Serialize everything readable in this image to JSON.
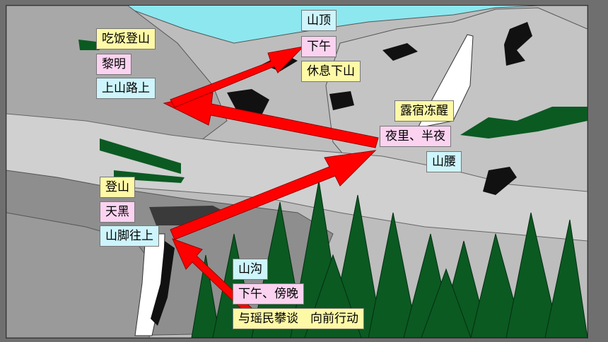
{
  "colors": {
    "sky": "#8de7ef",
    "place_bg": "#cdf5fb",
    "time_bg": "#fbd3f1",
    "event_bg": "#fef9a7",
    "arrow": "#ff0000",
    "tree": "#0b5a22"
  },
  "stops": {
    "summit": {
      "place": "山顶",
      "time": "下午",
      "event": "休息下山"
    },
    "upper_trail": {
      "event": "吃饭登山",
      "time": "黎明",
      "place": "上山路上"
    },
    "mid_slope": {
      "event": "露宿冻醒",
      "time": "夜里、半夜",
      "place": "山腰"
    },
    "foothill": {
      "event": "登山",
      "time": "天黑",
      "place": "山脚往上"
    },
    "ravine": {
      "place": "山沟",
      "time": "下午、傍晚",
      "event": "与瑶民攀谈　向前行动"
    }
  }
}
